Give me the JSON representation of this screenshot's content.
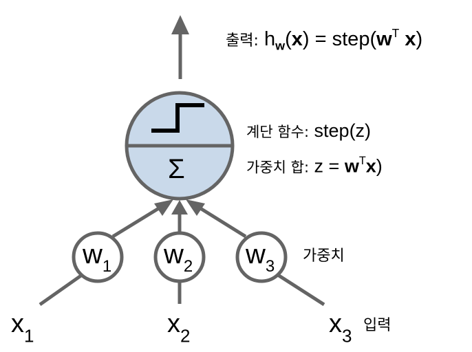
{
  "output_label": {
    "korean": "출력:",
    "h": "h",
    "h_sub": "w",
    "open_paren": "(",
    "x": "x",
    "close_paren": ")",
    "equals": " = step(",
    "w": "w",
    "transpose": "T",
    "space": " ",
    "x2": "x",
    "end": ")"
  },
  "step_label": {
    "korean": "계단 함수:",
    "formula": " step(z)"
  },
  "sum_label": {
    "korean": "가중치 합:",
    "z": " z = ",
    "w": "w",
    "transpose": "T",
    "x": "x",
    "end": ")"
  },
  "sum_symbol": "Σ",
  "weights_label": "가중치",
  "inputs_label": "입력",
  "weights": [
    {
      "base": "w",
      "sub": "1"
    },
    {
      "base": "w",
      "sub": "2"
    },
    {
      "base": "w",
      "sub": "3"
    }
  ],
  "inputs": [
    {
      "base": "x",
      "sub": "1"
    },
    {
      "base": "x",
      "sub": "2"
    },
    {
      "base": "x",
      "sub": "3"
    }
  ],
  "colors": {
    "line": "#646464",
    "neuron_fill": "#c9d9ea",
    "weight_fill": "#ffffff",
    "step_icon": "#000000"
  }
}
